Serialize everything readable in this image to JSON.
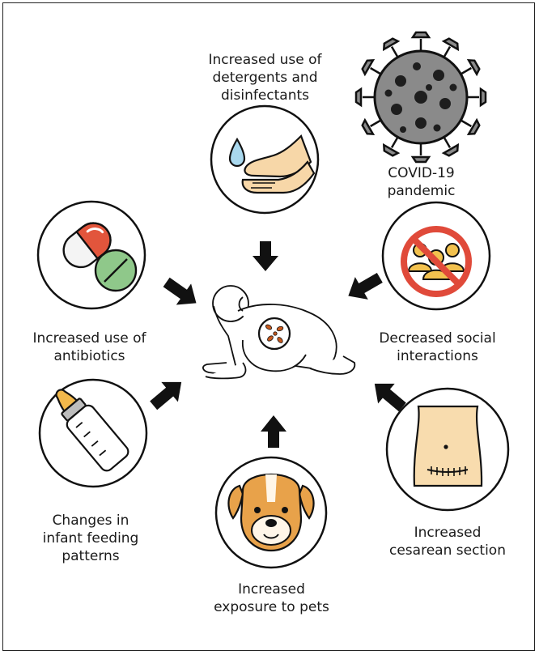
{
  "labels": {
    "detergents": [
      "Increased use of",
      "detergents and",
      "disinfectants"
    ],
    "covid": [
      "COVID-19",
      "pandemic"
    ],
    "antibiotics": [
      "Increased use of",
      "antibiotics"
    ],
    "social": [
      "Decreased social",
      "interactions"
    ],
    "feeding": [
      "Changes in",
      "infant feeding",
      "patterns"
    ],
    "cesarean": [
      "Increased",
      "cesarean section"
    ],
    "pets": [
      "Increased",
      "exposure to pets"
    ]
  },
  "colors": {
    "outline": "#111111",
    "virus_body": "#8a8a8a",
    "virus_spots": "#1e1e1e",
    "skin": "#f7d7a8",
    "water_drop": "#a9d8ee",
    "pill_red": "#e2553c",
    "pill_white": "#f4f4f4",
    "pill_green": "#8fc88a",
    "prohibition": "#e04a3a",
    "people": "#f2c14e",
    "bottle_nipple": "#f2b84b",
    "bottle_body": "#ffffff",
    "belly": "#f8dcae",
    "dog_fur": "#e8a24a",
    "dog_light": "#fff6e8",
    "microbes": "#c85a1e"
  }
}
